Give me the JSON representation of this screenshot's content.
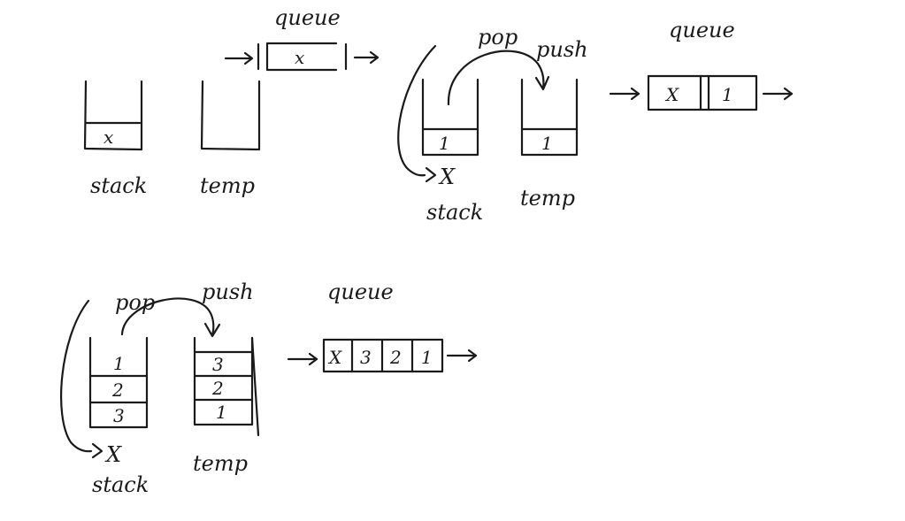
{
  "diagrams": [
    {
      "stack": {
        "label": "stack",
        "cells": [
          "x"
        ]
      },
      "temp": {
        "label": "temp",
        "cells": []
      },
      "queue": {
        "label": "queue",
        "cells": [
          "x"
        ]
      }
    },
    {
      "pop_label": "pop",
      "push_label": "push",
      "popped": "X",
      "stack": {
        "label": "stack",
        "cells": [
          "1"
        ]
      },
      "temp": {
        "label": "temp",
        "cells": [
          "1"
        ]
      },
      "queue": {
        "label": "queue",
        "cells": [
          "X",
          "1"
        ]
      }
    },
    {
      "pop_label": "pop",
      "push_label": "push",
      "popped": "X",
      "stack": {
        "label": "stack",
        "cells": [
          "1",
          "2",
          "3"
        ]
      },
      "temp": {
        "label": "temp",
        "cells": [
          "3",
          "2",
          "1"
        ]
      },
      "queue": {
        "label": "queue",
        "cells": [
          "X",
          "3",
          "2",
          "1"
        ]
      }
    }
  ]
}
